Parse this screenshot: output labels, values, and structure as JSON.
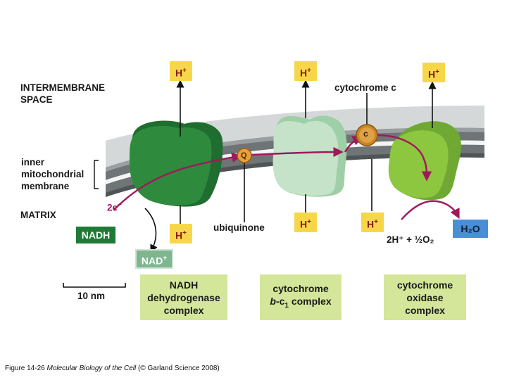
{
  "labels": {
    "intermembrane_1": "INTERMEMBRANE",
    "intermembrane_2": "SPACE",
    "inner_1": "inner",
    "inner_2": "mitochondrial",
    "inner_3": "membrane",
    "matrix": "MATRIX",
    "cytochrome_c": "cytochrome c",
    "ubiquinone": "ubiquinone",
    "two_e": "2e",
    "two_e_sup": "−",
    "equation": "2H⁺ + ½O₂",
    "scale": "10 nm",
    "q_mark": "Q",
    "c_mark": "c"
  },
  "hplus": {
    "text": "H",
    "sup": "+"
  },
  "boxes": {
    "nadh": "NADH",
    "nadp": "NAD",
    "nadp_sup": "+",
    "h2o": "H₂O"
  },
  "complexes": {
    "c1": [
      "NADH",
      "dehydrogenase",
      "complex"
    ],
    "c3_line1": "cytochrome",
    "c3_line2a": "b",
    "c3_line2b": "-c",
    "c3_line2c": "1",
    "c3_line2d": " complex",
    "c4": [
      "cytochrome",
      "oxidase",
      "complex"
    ]
  },
  "caption": {
    "prefix": "Figure 14-26  ",
    "title": "Molecular Biology of the Cell",
    "suffix": " (© Garland Science 2008)"
  },
  "colors": {
    "complex_1": "#2e8b3e",
    "complex_3": "#b6dcbc",
    "complex_4": "#8dc63f",
    "membrane": "#8e9496",
    "electron_path": "#a0185a",
    "h_box": "#f7d74a",
    "label_box": "#d4e69a",
    "nadh_box": "#1e7a35",
    "h2o_box": "#4a8fd6"
  }
}
